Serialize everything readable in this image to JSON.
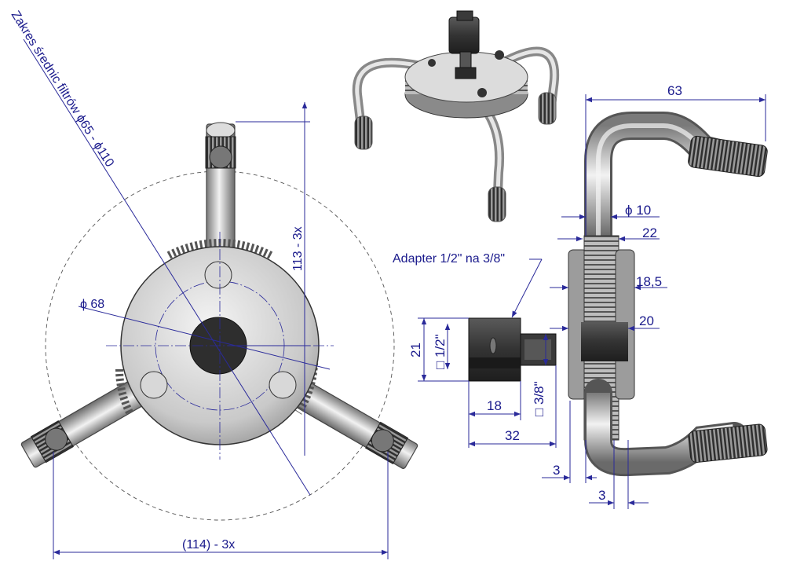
{
  "range_label": "Zakres średnic filtrów ϕ65 - ϕ110",
  "adapter_label": "Adapter 1/2\" na 3/8\"",
  "dims": {
    "d68": "ϕ 68",
    "h113": "113 - 3x",
    "w114": "(114) - 3x",
    "d63": "63",
    "d10": "ϕ 10",
    "d22": "22",
    "d18_5": "18,5",
    "d20": "20",
    "d21": "21",
    "sq12": "□ 1/2\"",
    "sq38": "□ 3/8\"",
    "d18": "18",
    "d32": "32",
    "d3a": "3",
    "d3b": "3"
  },
  "colors": {
    "dimension": "#1a1a8c",
    "metal_light": "#e8e8e8",
    "metal_dark": "#6e6e6e",
    "socket": "#2b2b2b"
  }
}
